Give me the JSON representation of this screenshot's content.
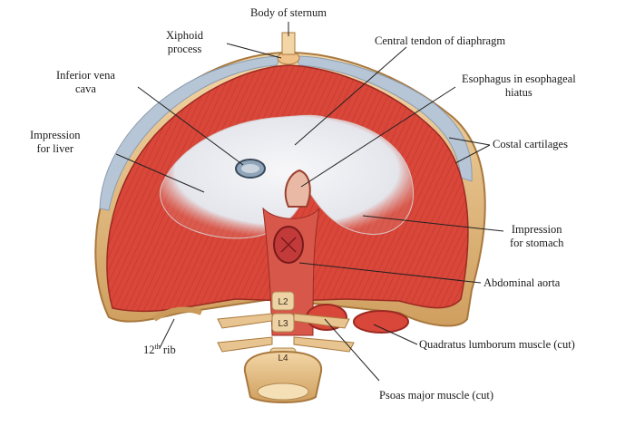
{
  "labels": {
    "body_of_sternum": "Body of sternum",
    "xiphoid_line1": "Xiphoid",
    "xiphoid_line2": "process",
    "central_tendon": "Central tendon of diaphragm",
    "ivc_line1": "Inferior vena",
    "ivc_line2": "cava",
    "esophagus_line1": "Esophagus in esophageal",
    "esophagus_line2": "hiatus",
    "liver_line1": "Impression",
    "liver_line2": "for liver",
    "costal_cartilages": "Costal cartilages",
    "stomach_line1": "Impression",
    "stomach_line2": "for stomach",
    "abdominal_aorta": "Abdominal aorta",
    "rib_number": "12",
    "rib_suffix": "th",
    "rib_word": " rib",
    "quadratus": "Quadratus lumborum muscle (cut)",
    "psoas": "Psoas major muscle (cut)"
  },
  "vertebrae": [
    "L2",
    "L3",
    "L4"
  ],
  "colors": {
    "muscle": "#d9473a",
    "muscle_dark": "#b8322a",
    "tendon": "#eef0f4",
    "cartilage": "#b7c6d6",
    "bone": "#e8c590",
    "bone_dark": "#c99a5a",
    "leader": "#222222"
  }
}
